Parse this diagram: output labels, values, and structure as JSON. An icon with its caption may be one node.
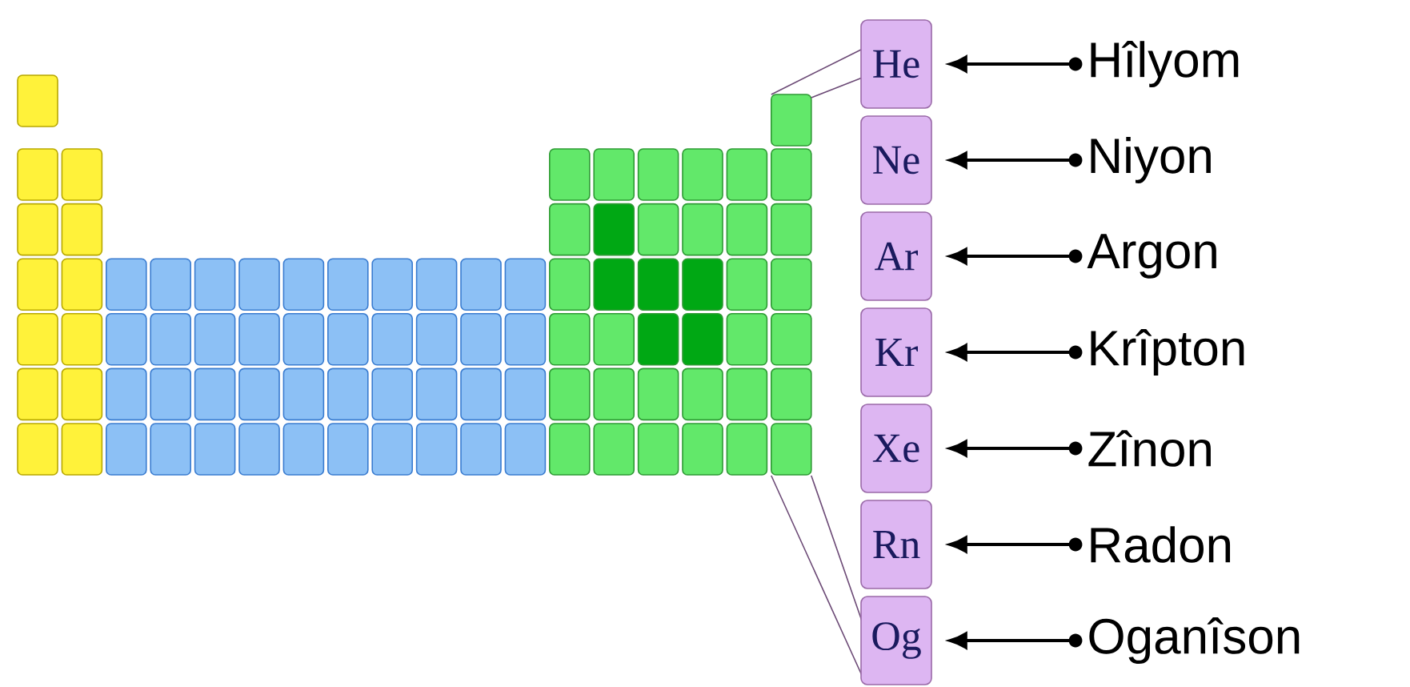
{
  "diagram": {
    "nodes": [
      {
        "text": [
          "He"
        ]
      },
      {
        "text": [
          "Ne"
        ]
      },
      {
        "text": [
          "Ar"
        ]
      },
      {
        "text": [
          "Kr"
        ]
      },
      {
        "text": [
          "Xe"
        ]
      },
      {
        "text": [
          "Rn"
        ]
      },
      {
        "text": [
          "Og"
        ]
      },
      {
        "text": [
          "Hîlyom"
        ]
      },
      {
        "text": [
          "Niyon"
        ]
      },
      {
        "text": [
          "Argon"
        ]
      },
      {
        "text": [
          "Krîpton"
        ]
      },
      {
        "text": [
          "Zînon"
        ]
      },
      {
        "text": [
          "Radon"
        ]
      },
      {
        "text": [
          "Oganîson"
        ]
      }
    ],
    "edges": [
      {
        "from": 7,
        "to": 0,
        "arrow": "to"
      },
      {
        "from": 8,
        "to": 1,
        "arrow": "to"
      },
      {
        "from": 9,
        "to": 2,
        "arrow": "to"
      },
      {
        "from": 10,
        "to": 3,
        "arrow": "to"
      },
      {
        "from": 11,
        "to": 4,
        "arrow": "to"
      },
      {
        "from": 12,
        "to": 5,
        "arrow": "to"
      },
      {
        "from": 13,
        "to": 6,
        "arrow": "to"
      }
    ]
  }
}
